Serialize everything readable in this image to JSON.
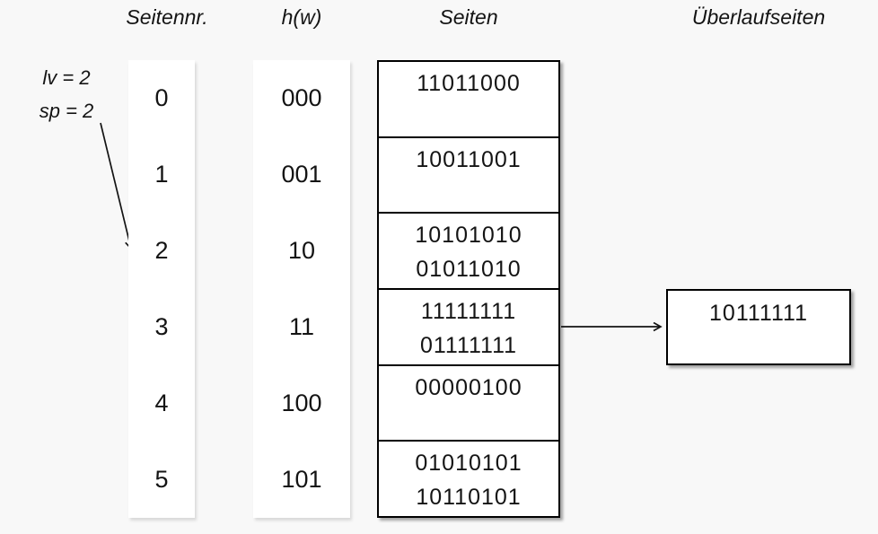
{
  "headers": {
    "seitennr": "Seitennr.",
    "hash": "h(w)",
    "seiten": "Seiten",
    "ueberlauf": "Überlaufseiten"
  },
  "annotation": {
    "line1": "lv = 2",
    "line2": "sp = 2"
  },
  "rows": [
    {
      "nr": "0",
      "hash": "000",
      "lines": [
        "11011000"
      ]
    },
    {
      "nr": "1",
      "hash": "001",
      "lines": [
        "10011001"
      ]
    },
    {
      "nr": "2",
      "hash": "10",
      "lines": [
        "10101010",
        "01011010"
      ]
    },
    {
      "nr": "3",
      "hash": "11",
      "lines": [
        "11111111",
        "01111111"
      ]
    },
    {
      "nr": "4",
      "hash": "100",
      "lines": [
        "00000100"
      ]
    },
    {
      "nr": "5",
      "hash": "101",
      "lines": [
        "01010101",
        "10110101"
      ]
    }
  ],
  "overflow": {
    "value": "10111111"
  },
  "colors": {
    "background": "#f8f8f8",
    "surface": "#ffffff",
    "ink": "#141414",
    "border": "#000000"
  }
}
